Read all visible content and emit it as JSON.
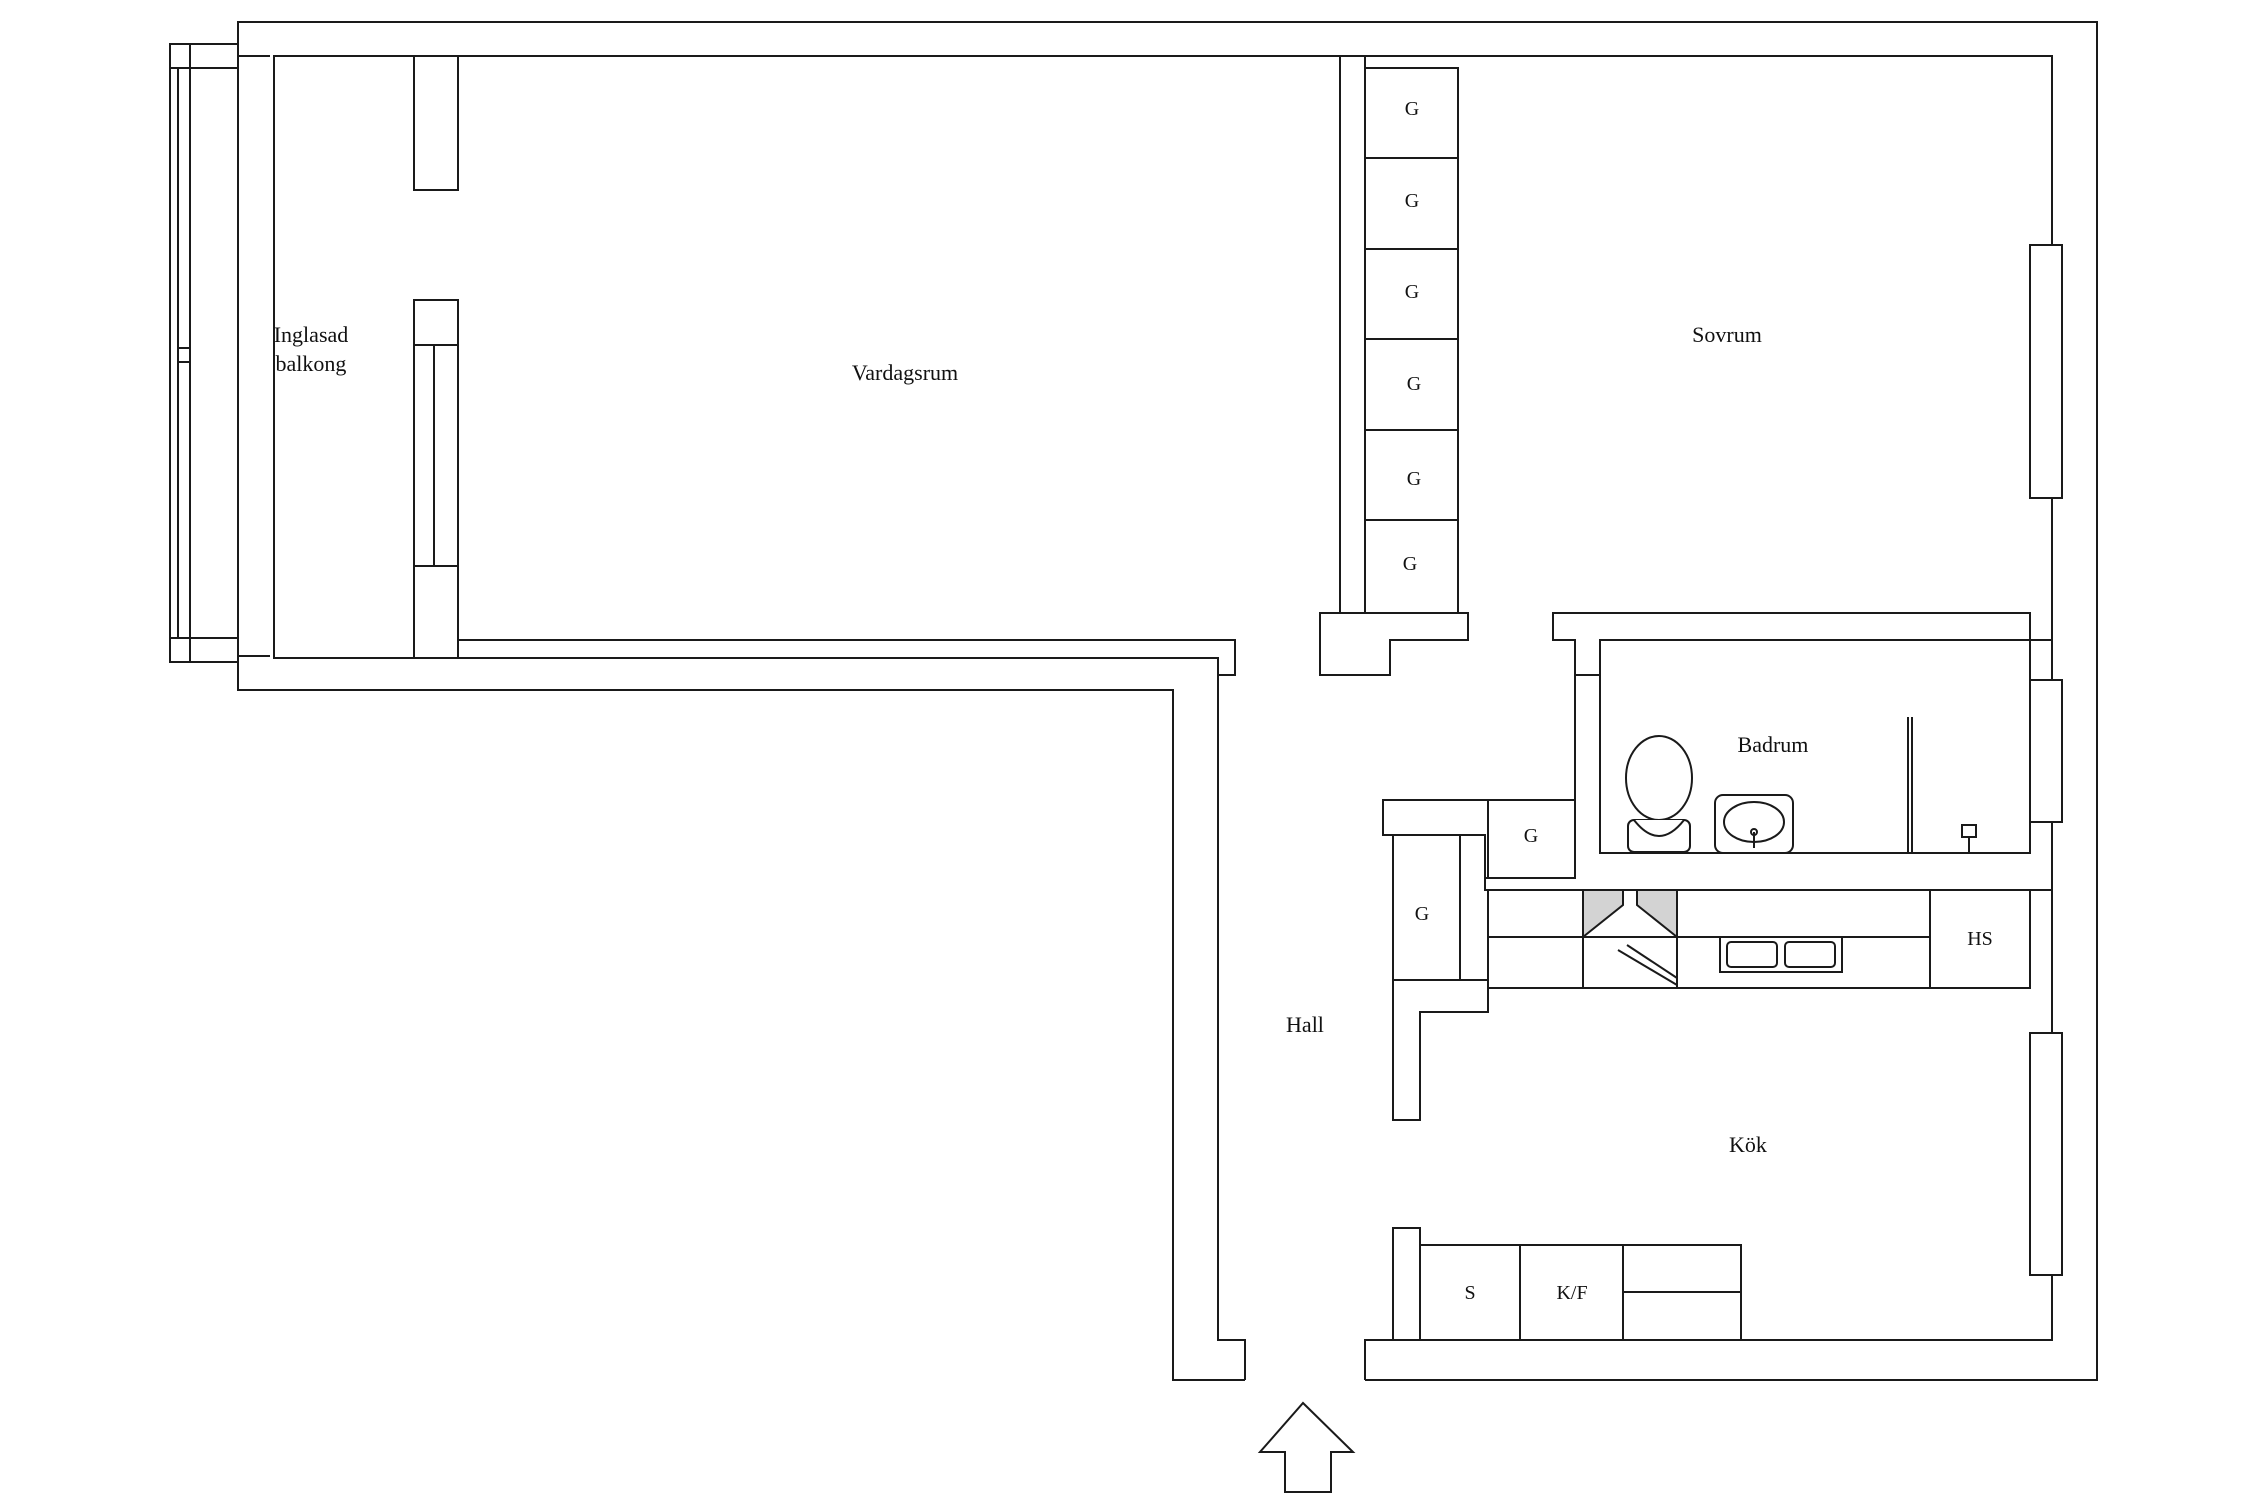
{
  "rooms": {
    "balcony_line1": "Inglasad",
    "balcony_line2": "balkong",
    "living": "Vardagsrum",
    "bedroom": "Sovrum",
    "bathroom": "Badrum",
    "hall": "Hall",
    "kitchen": "Kök"
  },
  "closets": {
    "wardrobe_1": "G",
    "wardrobe_2": "G",
    "wardrobe_3": "G",
    "wardrobe_4": "G",
    "wardrobe_5": "G",
    "wardrobe_6": "G",
    "hall_closet": "G",
    "bath_closet": "G"
  },
  "appliances": {
    "broom_cupboard": "HS",
    "stove": "S",
    "fridge_freezer": "K/F"
  },
  "icons": {
    "entrance": "entrance-arrow-icon",
    "toilet": "toilet-icon",
    "washbasin": "washbasin-icon",
    "sink": "kitchen-sink-icon",
    "hood": "range-hood-icon",
    "shower": "shower-icon"
  },
  "colors": {
    "wall_stroke": "#1a1a1a",
    "background": "#ffffff",
    "hood_fill": "#d3d3d3"
  }
}
